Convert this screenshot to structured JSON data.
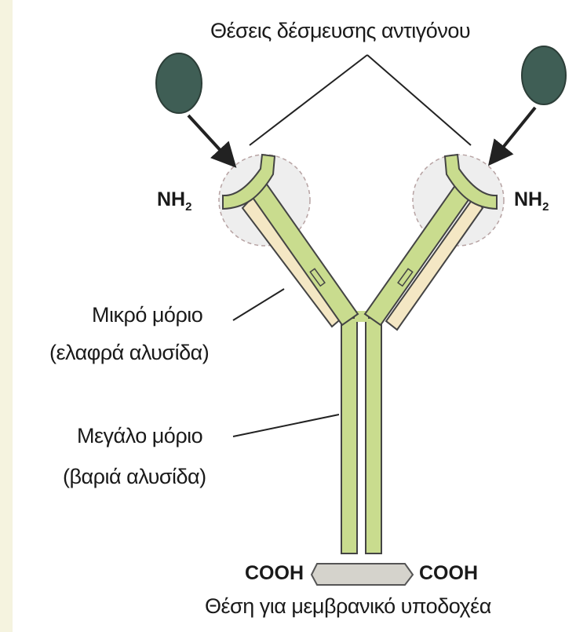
{
  "labels": {
    "binding_sites": "Θέσεις δέσμευσης αντιγόνου",
    "nh_base": "NH",
    "nh_sub": "2",
    "light_chain_1": "Μικρό μόριο",
    "light_chain_2": "(ελαφρά αλυσίδα)",
    "heavy_chain_1": "Μεγάλο μόριο",
    "heavy_chain_2": "(βαριά αλυσίδα)",
    "cooh": "COOH",
    "receptor_site": "Θέση για μεμβρανικό υποδοχέα"
  },
  "colors": {
    "background": "#f5f3df",
    "heavy_chain": "#c9dc8e",
    "light_chain": "#f4e7c4",
    "antigen": "#3f5e55",
    "outline": "#444444",
    "halo": "#ececec",
    "receptor": "#d5d3cc"
  }
}
